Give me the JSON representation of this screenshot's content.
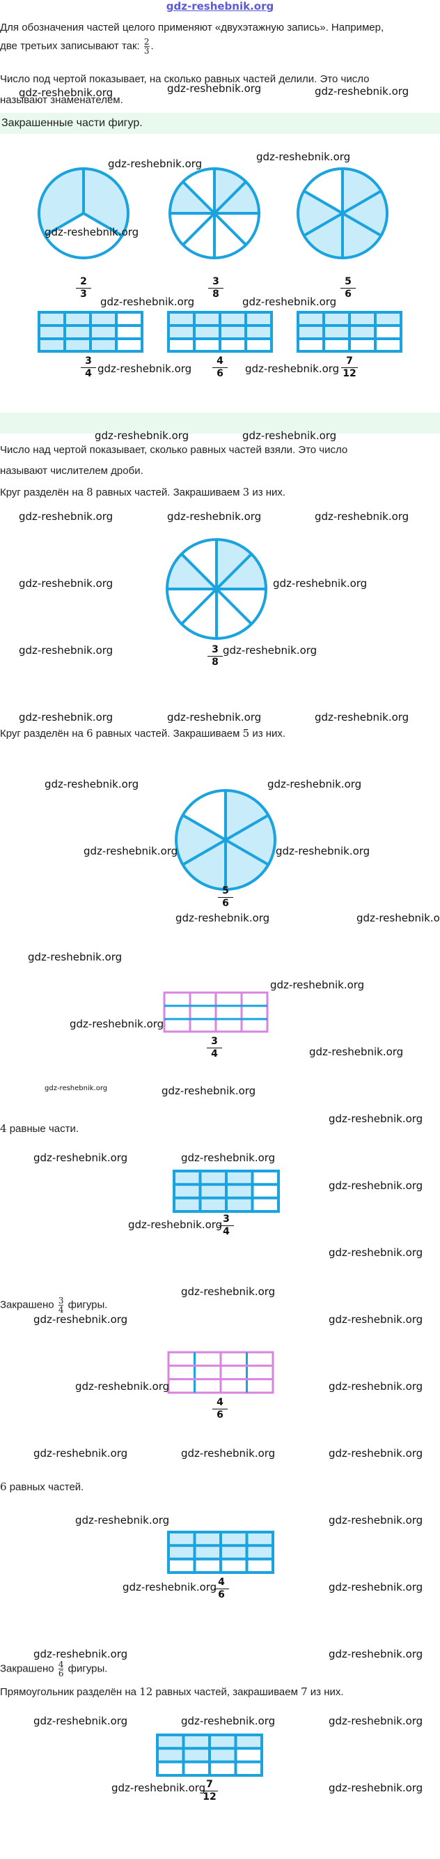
{
  "header": {
    "site": "gdz-reshebnik.org"
  },
  "watermark": "gdz-reshebnik.org",
  "intro": {
    "line1": "Для обозначения частей целого применяют «двухэтажную запись». Например,",
    "line2_prefix": "две третьих записывают так:",
    "example_num": "2",
    "example_den": "3",
    "line3": "Число под чертой показывает, на сколько равных частей делили. Это число",
    "line4": "называют знаменателем."
  },
  "section_title": "Закрашенные части фигур.",
  "figures": {
    "circles": [
      {
        "num": "2",
        "den": "3"
      },
      {
        "num": "3",
        "den": "8"
      },
      {
        "num": "5",
        "den": "6"
      }
    ],
    "rects": [
      {
        "num": "3",
        "den": "4"
      },
      {
        "num": "4",
        "den": "6"
      },
      {
        "num": "7",
        "den": "12"
      }
    ]
  },
  "numerator_text": {
    "line1": "Число над чертой показывает, сколько равных частей взяли. Это число",
    "line2": "называют числителем дроби."
  },
  "circle8": {
    "text_a": "Круг разделён на ",
    "parts": "8",
    "text_b": " равных частей. Закрашиваем ",
    "shaded": "3",
    "text_c": " из них.",
    "num": "3",
    "den": "8"
  },
  "circle6": {
    "text_a": "Круг разделён на ",
    "parts": "6",
    "text_b": " равных частей. Закрашиваем ",
    "shaded": "5",
    "text_c": " из них.",
    "num": "5",
    "den": "6"
  },
  "rect_pink": {
    "num": "3",
    "den": "4"
  },
  "four_parts": {
    "num_part": "4",
    "text": " равные части."
  },
  "rect_blue4": {
    "num": "3",
    "den": "4"
  },
  "shaded34": {
    "prefix": "Закрашено",
    "num": "3",
    "den": "4",
    "suffix": "фигуры."
  },
  "rect_pink6": {
    "num": "4",
    "den": "6"
  },
  "six_parts": {
    "num_part": "6",
    "text": " равных частей."
  },
  "rect_blue6": {
    "num": "4",
    "den": "6"
  },
  "shaded46": {
    "prefix": "Закрашено",
    "num": "4",
    "den": "6",
    "suffix": "фигуры."
  },
  "rect12": {
    "text_a": "Прямоугольник разделён на ",
    "parts": "12",
    "text_b": " равных частей, закрашиваем ",
    "shaded": "7",
    "text_c": " из них.",
    "num": "7",
    "den": "12"
  },
  "colors": {
    "stroke": "#1aa3de",
    "fill": "#c8ecfa",
    "pink": "#d985e0",
    "band": "#e9f9ee",
    "header": "#5b5bd6"
  }
}
